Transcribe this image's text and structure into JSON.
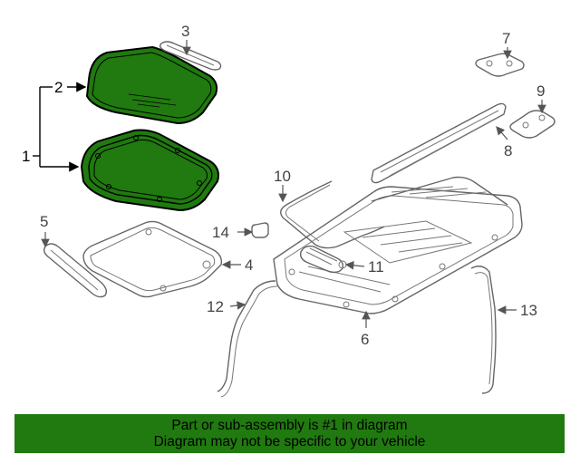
{
  "labels": {
    "p1": "1",
    "p2": "2",
    "p3": "3",
    "p4": "4",
    "p5": "5",
    "p6": "6",
    "p7": "7",
    "p8": "8",
    "p9": "9",
    "p10": "10",
    "p11": "11",
    "p12": "12",
    "p13": "13",
    "p14": "14"
  },
  "highlight_color": "#207a0f",
  "banner": {
    "line1": "Part or sub-assembly is #1 in diagram",
    "line2": "Diagram may not be specific to your vehicle"
  }
}
